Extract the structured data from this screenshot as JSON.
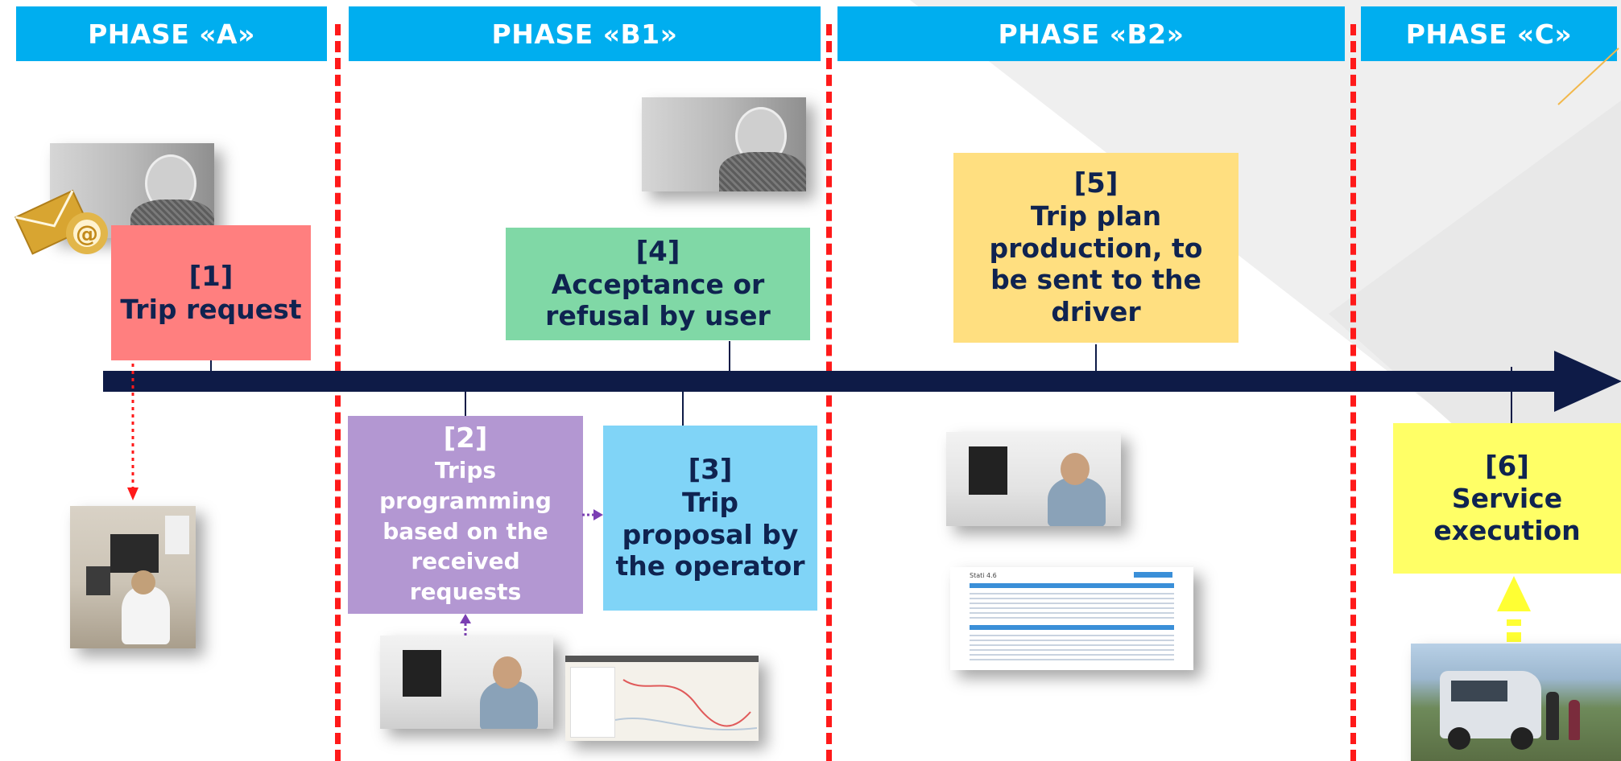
{
  "phases": [
    {
      "label": "PHASE «A»"
    },
    {
      "label": "PHASE «B1»"
    },
    {
      "label": "PHASE «B2»"
    },
    {
      "label": "PHASE «C»"
    }
  ],
  "steps": [
    {
      "num": "[1]",
      "text": "Trip request"
    },
    {
      "num": "[2]",
      "text": "Trips programming based on the received requests"
    },
    {
      "num": "[3]",
      "text": "Trip proposal by the operator"
    },
    {
      "num": "[4]",
      "text": "Acceptance or refusal by user"
    },
    {
      "num": "[5]",
      "text": "Trip plan production, to be sent to the driver"
    },
    {
      "num": "[6]",
      "text": "Service execution"
    }
  ],
  "web_list": {
    "title": "Stati 4.6"
  },
  "colors": {
    "phase_header": "#00aeef",
    "timeline": "#0e1b47",
    "separator": "#ff1a1a",
    "step1": "#ff7f7f",
    "step2": "#b397d2",
    "step3": "#80d4f7",
    "step4": "#80d8a6",
    "step5": "#ffdf80",
    "step6": "#ffff66",
    "text": "#0f2350"
  },
  "icons": [
    "email-at-icon"
  ]
}
